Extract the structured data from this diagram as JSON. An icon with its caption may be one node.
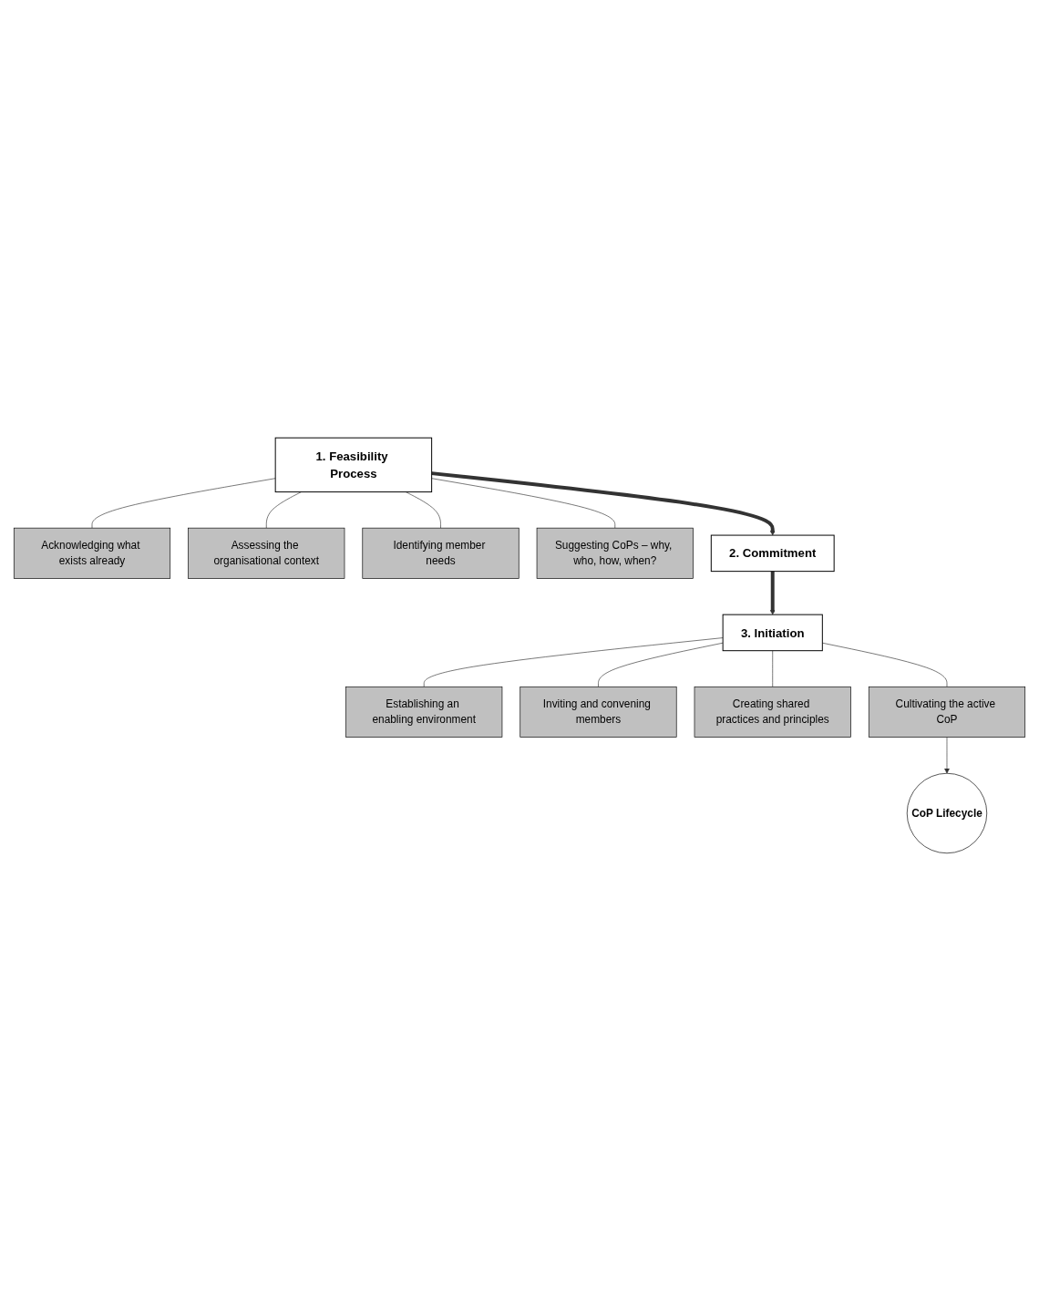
{
  "diagram": {
    "nodes": [
      {
        "text": [
          "1. Feasibility Process"
        ]
      },
      {
        "text": [
          "Acknowledging what exists already"
        ]
      },
      {
        "text": [
          "Assessing the organisational context"
        ]
      },
      {
        "text": [
          "Identifying member needs"
        ]
      },
      {
        "text": [
          "Suggesting CoPs – why, who, how, when?"
        ]
      },
      {
        "text": [
          "2. Commitment"
        ]
      },
      {
        "text": [
          "3. Initiation"
        ]
      },
      {
        "text": [
          "Establishing an enabling environment"
        ]
      },
      {
        "text": [
          "Inviting and convening members"
        ]
      },
      {
        "text": [
          "Creating shared practices and principles"
        ]
      },
      {
        "text": [
          "Cultivating the active CoP"
        ]
      },
      {
        "text": [
          "CoP Lifecycle"
        ]
      }
    ],
    "edges": [
      {
        "from": 0,
        "to": 1,
        "arrow": "none"
      },
      {
        "from": 0,
        "to": 2,
        "arrow": "none"
      },
      {
        "from": 0,
        "to": 3,
        "arrow": "none"
      },
      {
        "from": 0,
        "to": 4,
        "arrow": "none"
      },
      {
        "from": 0,
        "to": 5,
        "arrow": "to",
        "style": "thick"
      },
      {
        "from": 5,
        "to": 6,
        "arrow": "to",
        "style": "thick"
      },
      {
        "from": 6,
        "to": 7,
        "arrow": "none"
      },
      {
        "from": 6,
        "to": 8,
        "arrow": "none"
      },
      {
        "from": 6,
        "to": 9,
        "arrow": "none"
      },
      {
        "from": 6,
        "to": 10,
        "arrow": "none"
      },
      {
        "from": 10,
        "to": 11,
        "arrow": "to"
      }
    ]
  }
}
